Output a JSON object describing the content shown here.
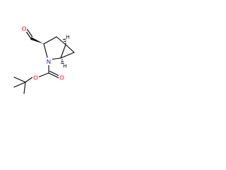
{
  "molecule": {
    "atoms": {
      "o_aldehyde": "O",
      "o_carbonyl": "O",
      "o_ester": "O",
      "n": "N",
      "h_top": "H",
      "h_bottom": "H"
    }
  },
  "colors": {
    "bond": "#000000",
    "oxygen": "#ff0000",
    "nitrogen": "#0000ff",
    "background": "#ffffff"
  }
}
